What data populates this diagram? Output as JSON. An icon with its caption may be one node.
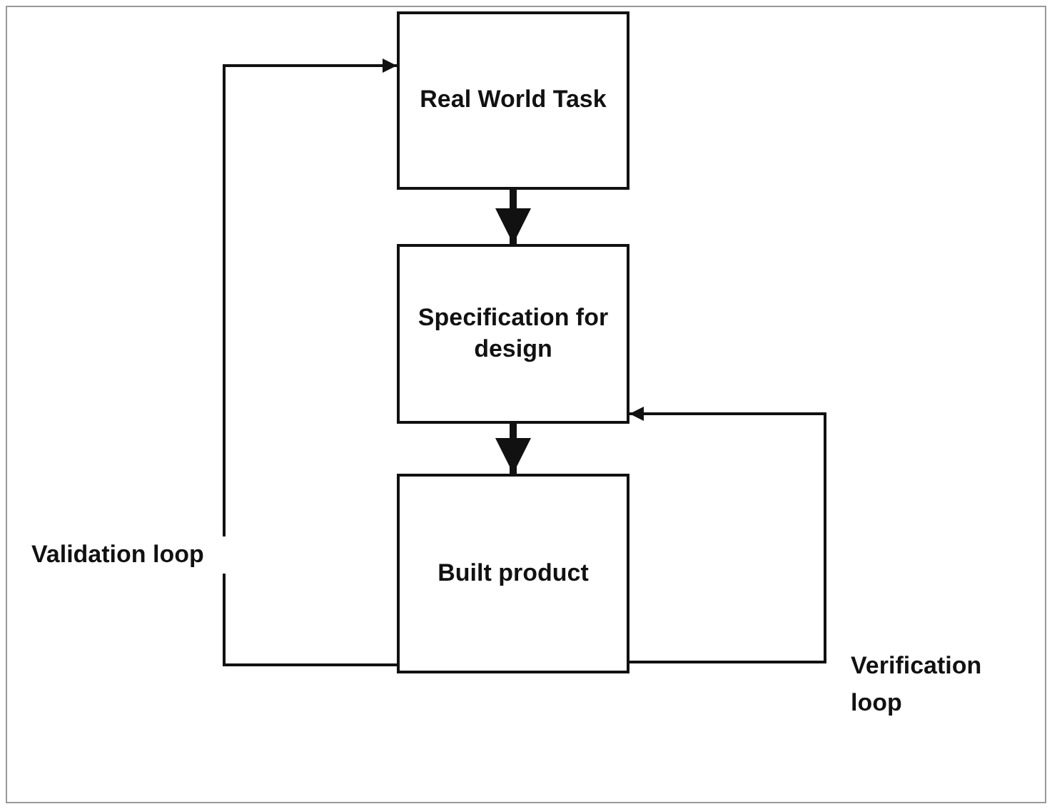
{
  "diagram": {
    "nodes": [
      {
        "text": [
          "Real World Task"
        ]
      },
      {
        "text": [
          "Specification for design"
        ]
      },
      {
        "text": [
          "Built product"
        ]
      }
    ],
    "edges": [
      {
        "from": 0,
        "to": 1,
        "arrow": "to",
        "style": "thick"
      },
      {
        "from": 1,
        "to": 2,
        "arrow": "to",
        "style": "thick"
      },
      {
        "from": 2,
        "to": 0,
        "arrow": "to",
        "label": "Validation loop"
      },
      {
        "from": 2,
        "to": 1,
        "arrow": "to",
        "label": "Verification loop"
      }
    ]
  }
}
